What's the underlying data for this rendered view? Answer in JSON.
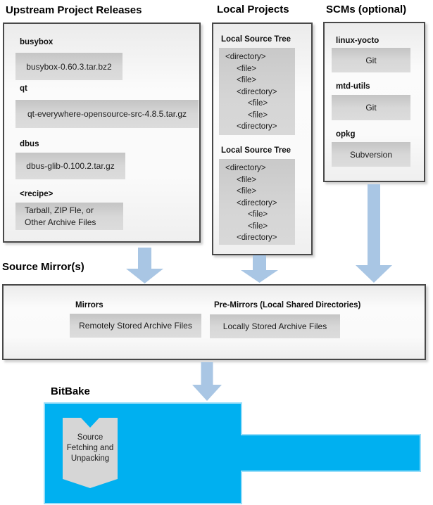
{
  "upstream": {
    "title": "Upstream Project Releases",
    "entries": [
      {
        "name": "busybox",
        "artifact": "busybox-0.60.3.tar.bz2"
      },
      {
        "name": "qt",
        "artifact": "qt-everywhere-opensource-src-4.8.5.tar.gz"
      },
      {
        "name": "dbus",
        "artifact": "dbus-glib-0.100.2.tar.gz"
      },
      {
        "name": "<recipe>",
        "artifact": "Tarball, ZIP Fle, or\nOther Archive Files"
      }
    ]
  },
  "local_projects": {
    "title": "Local Projects",
    "trees": [
      {
        "name": "Local Source Tree",
        "listing": "<directory>\n     <file>\n     <file>\n     <directory>\n          <file>\n          <file>\n     <directory>"
      },
      {
        "name": "Local Source Tree",
        "listing": "<directory>\n     <file>\n     <file>\n     <directory>\n          <file>\n          <file>\n     <directory>"
      }
    ]
  },
  "scms": {
    "title": "SCMs (optional)",
    "entries": [
      {
        "name": "linux-yocto",
        "scm": "Git"
      },
      {
        "name": "mtd-utils",
        "scm": "Git"
      },
      {
        "name": "opkg",
        "scm": "Subversion"
      }
    ]
  },
  "source_mirrors": {
    "title": "Source Mirror(s)",
    "mirrors": {
      "name": "Mirrors",
      "box": "Remotely Stored Archive Files"
    },
    "pre_mirrors": {
      "name": "Pre-Mirrors (Local Shared Directories)",
      "box": "Locally Stored Archive Files"
    }
  },
  "bitbake": {
    "title": "BitBake",
    "process": "Source\nFetching and\nUnpacking"
  },
  "colors": {
    "bitbake_fill": "#00B0F0",
    "bitbake_edge": "#9adef9",
    "flow_arrow": "#A9C6E4",
    "gray_box": "#D6D6D6",
    "panel_border": "#484848"
  }
}
